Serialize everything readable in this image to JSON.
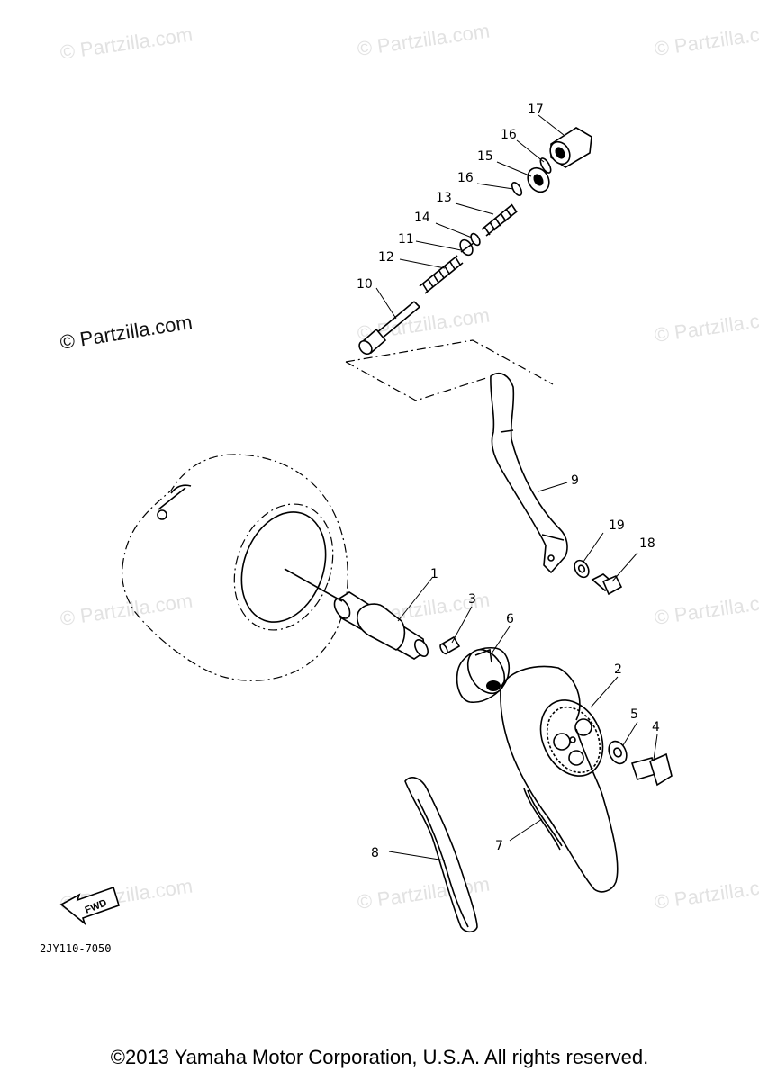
{
  "watermark": {
    "text": "© Partzilla.com"
  },
  "drawing_code": "2JY110-7050",
  "fwd_label": "FWD",
  "copyright": "©2013 Yamaha Motor Corporation, U.S.A. All rights reserved.",
  "callouts": [
    "1",
    "2",
    "3",
    "4",
    "5",
    "6",
    "7",
    "8",
    "9",
    "10",
    "11",
    "12",
    "13",
    "14",
    "15",
    "16",
    "16",
    "17",
    "18",
    "19"
  ]
}
